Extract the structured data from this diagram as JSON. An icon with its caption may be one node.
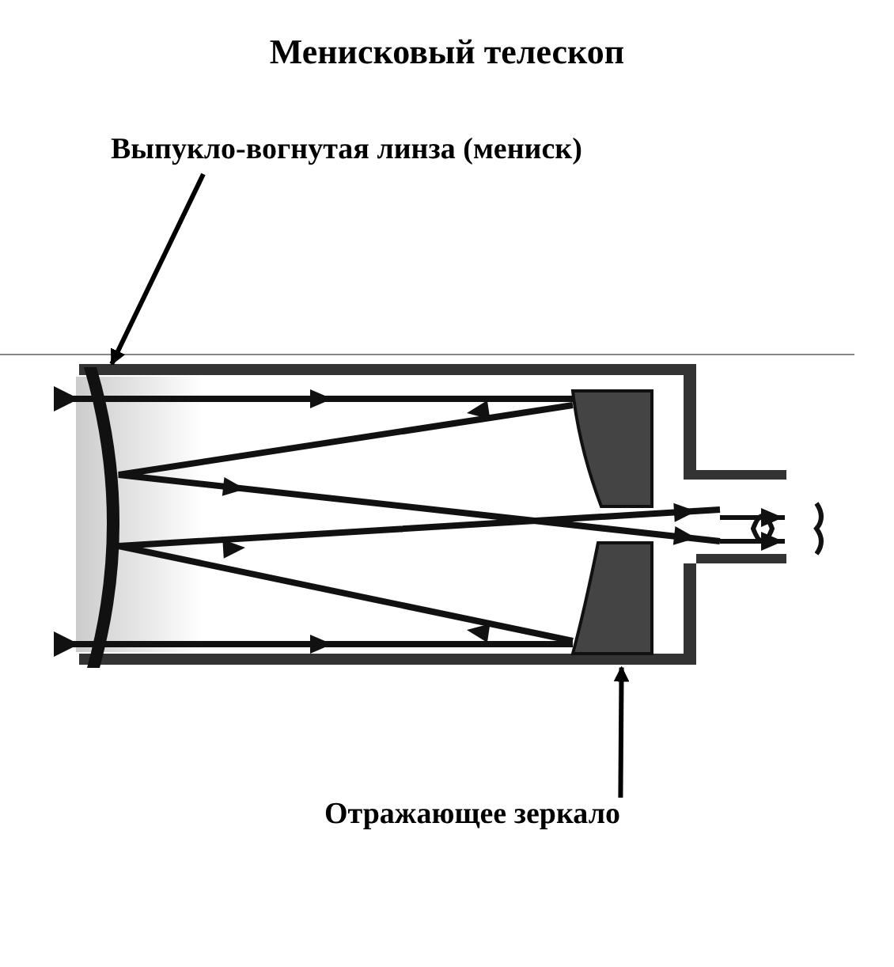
{
  "diagram": {
    "title": "Менисковый телескоп",
    "nodes": [
      {
        "text": [
          "Выпукло-вогнутая линза (мениск)"
        ]
      },
      {
        "text": [],
        "shape": "lens"
      },
      {
        "text": [
          "Отражающее зеркало"
        ]
      },
      {
        "text": [],
        "shape": "mirror"
      }
    ],
    "edges": [
      {
        "from": 0,
        "to": 1,
        "arrow": "to"
      },
      {
        "from": 2,
        "to": 3,
        "arrow": "to"
      }
    ]
  }
}
